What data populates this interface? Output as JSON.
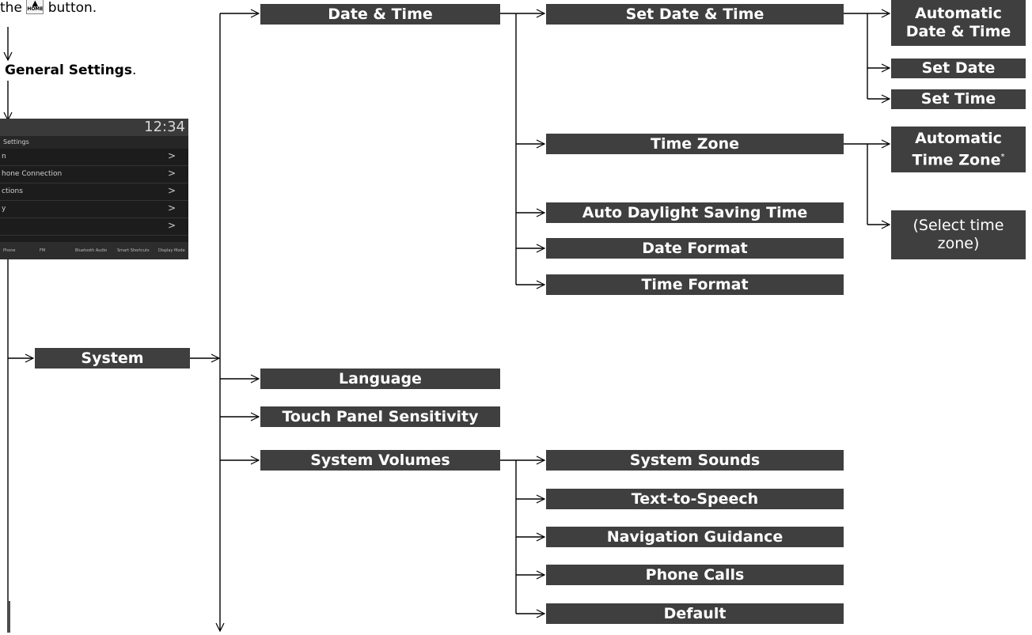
{
  "instructions": {
    "step1_prefix": "the",
    "step1_icon": "home-button-icon",
    "step1_icon_text": "HOME",
    "step1_suffix": "button.",
    "step2_bold": "General Settings",
    "step2_suffix": "."
  },
  "screen": {
    "clock": "12:34",
    "title": "Settings",
    "rows": [
      {
        "label": "n",
        "arrow": ">"
      },
      {
        "label": "hone Connection",
        "arrow": ">"
      },
      {
        "label": "ctions",
        "arrow": ">"
      },
      {
        "label": "y",
        "arrow": ">"
      },
      {
        "label": "",
        "arrow": ">"
      }
    ],
    "footer_items": [
      "Phone",
      "FM",
      "Bluetooth Audio",
      "Smart Shortcuts",
      "Display Mode"
    ]
  },
  "nodes": {
    "system": "System",
    "date_time": "Date & Time",
    "set_date_time": "Set Date & Time",
    "automatic_date_time_line1": "Automatic",
    "automatic_date_time_line2": "Date & Time",
    "set_date": "Set Date",
    "set_time": "Set Time",
    "time_zone": "Time Zone",
    "automatic_time_zone_line1": "Automatic",
    "automatic_time_zone_line2": "Time Zone",
    "automatic_time_zone_mark": "*",
    "select_time_zone_line1": "(Select time",
    "select_time_zone_line2": "zone)",
    "auto_dst": "Auto Daylight Saving Time",
    "date_format": "Date Format",
    "time_format": "Time Format",
    "language": "Language",
    "touch_panel": "Touch Panel Sensitivity",
    "system_volumes": "System Volumes",
    "system_sounds": "System Sounds",
    "text_to_speech": "Text-to-Speech",
    "navigation_guidance": "Navigation Guidance",
    "phone_calls": "Phone Calls",
    "default": "Default"
  }
}
